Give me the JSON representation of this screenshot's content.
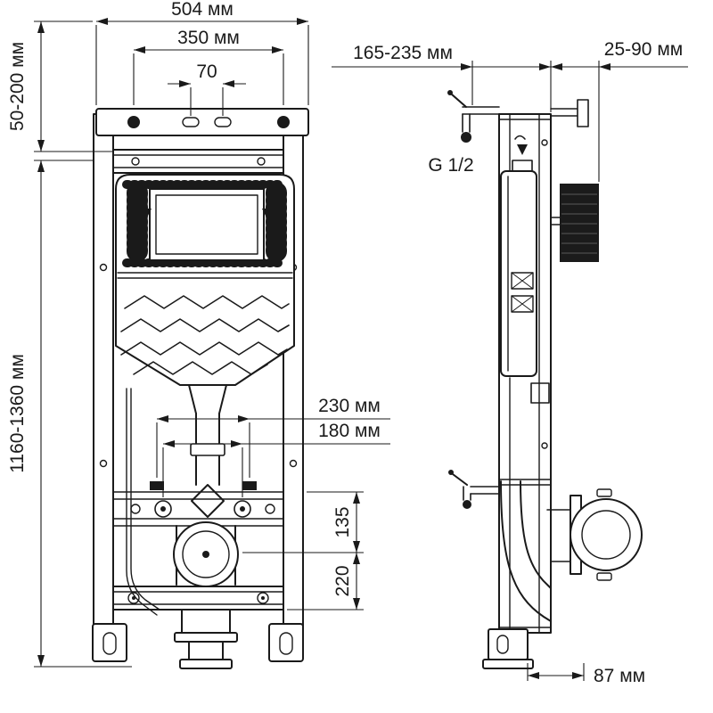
{
  "drawing_colors": {
    "line": "#1a1a1a",
    "background": "#ffffff"
  },
  "front_view": {
    "width_outer": "504 мм",
    "width_inner": "350 мм",
    "slot_spacing": "70",
    "top_range": "50-200 мм",
    "height_range": "1160-1360 мм",
    "stud_spacing": "230 мм",
    "inner_spacing": "180 мм",
    "offset_135": "135",
    "offset_220": "220"
  },
  "side_view": {
    "inlet_range": "165-235 мм",
    "wall_range": "25-90 мм",
    "thread": "G 1/2",
    "outlet_offset": "87 мм"
  }
}
